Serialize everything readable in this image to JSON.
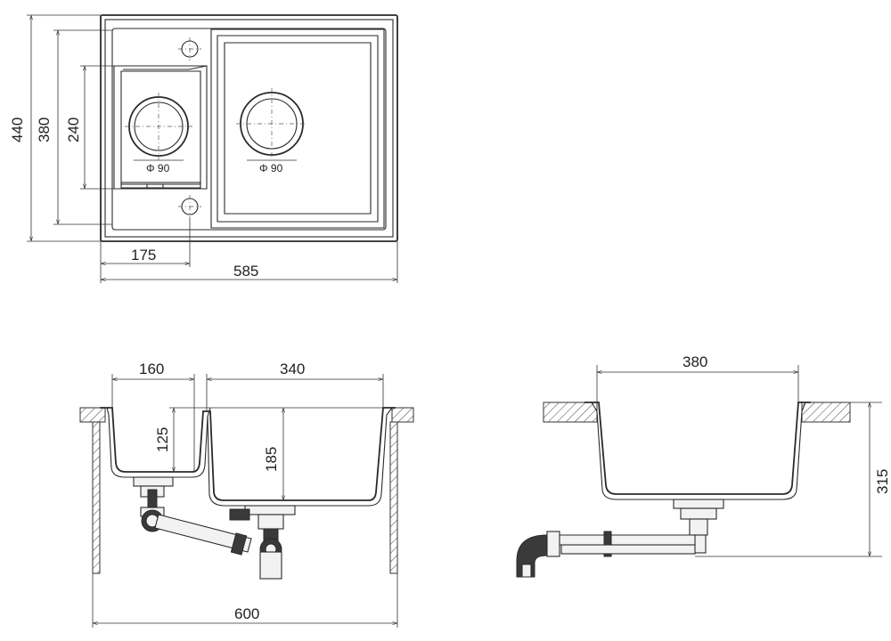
{
  "top_view": {
    "dim_overall_height": "440",
    "dim_bowl_height": "380",
    "dim_small_bowl_height": "240",
    "dim_small_offset": "175",
    "dim_overall_width": "585",
    "drain_small": "Φ 90",
    "drain_large": "Φ 90"
  },
  "front_section": {
    "dim_small_bowl_width": "160",
    "dim_large_bowl_width": "340",
    "dim_small_bowl_depth": "125",
    "dim_large_bowl_depth": "185",
    "dim_cabinet_width": "600"
  },
  "side_section": {
    "dim_bowl_width": "380",
    "dim_total_depth": "315"
  }
}
